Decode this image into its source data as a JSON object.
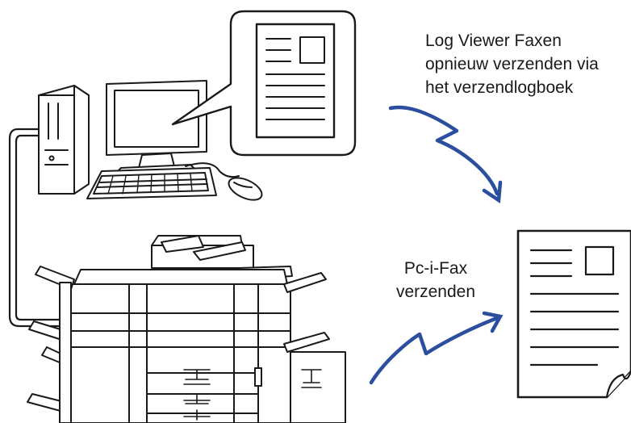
{
  "captions": {
    "log_viewer": [
      "Log Viewer Faxen",
      "opnieuw verzenden via",
      "het verzendlogboek"
    ],
    "pc_i_fax": [
      "Pc-i-Fax",
      "verzenden"
    ]
  },
  "colors": {
    "arrow": "#2b4f9e",
    "line": "#1a1a1a",
    "fill": "#ffffff"
  }
}
